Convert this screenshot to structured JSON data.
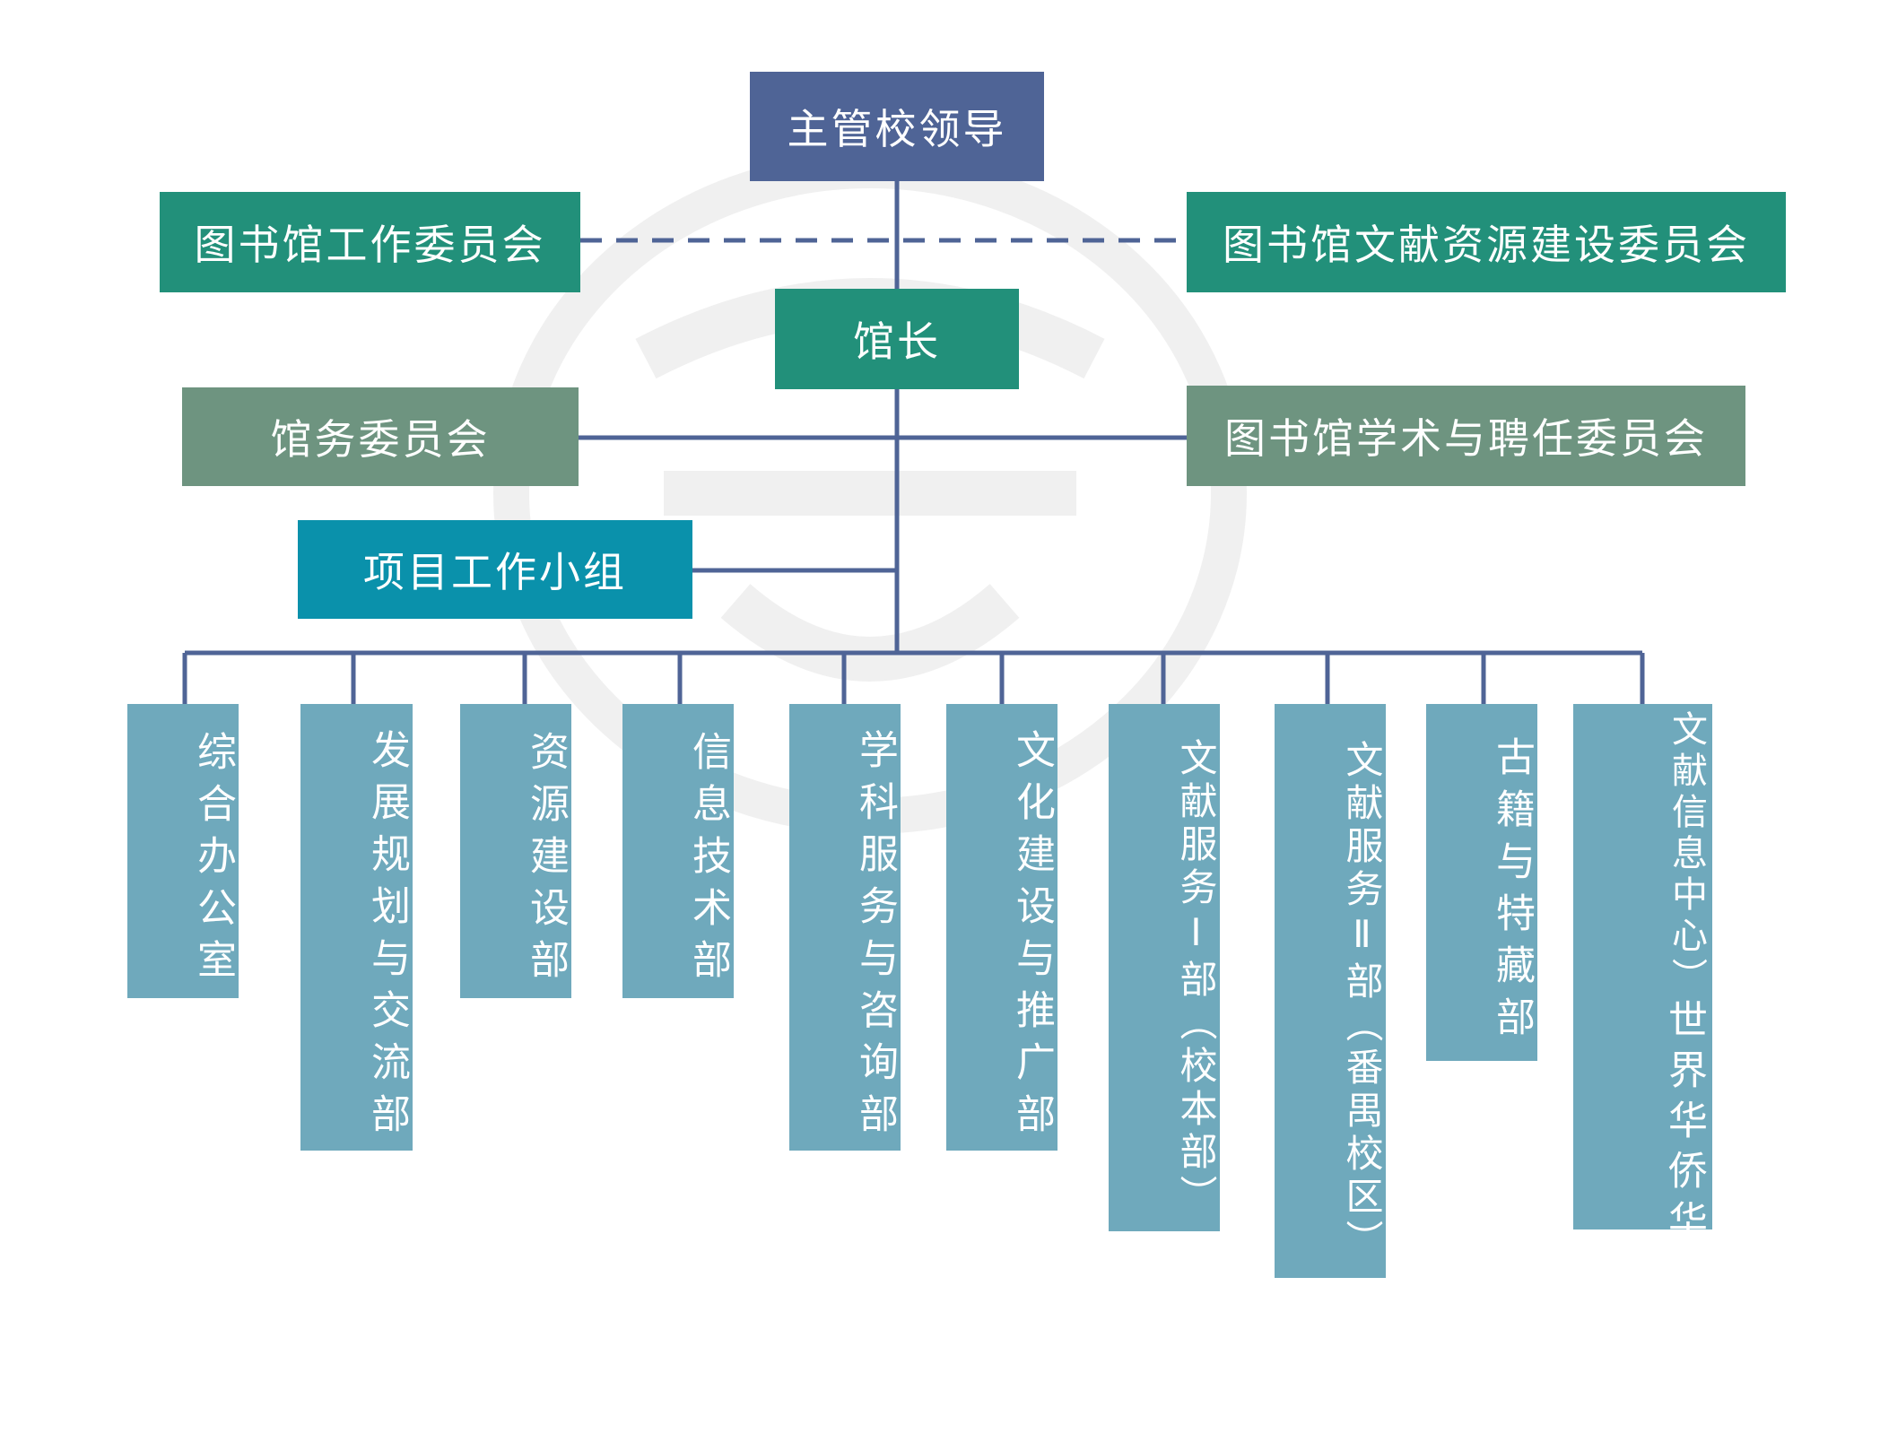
{
  "colors": {
    "leader": "#4F6496",
    "committee_green": "#22907A",
    "committee_sage": "#6E9480",
    "project_blue": "#0A91AB",
    "department": "#6FA9BC",
    "line": "#4F6496"
  },
  "leader": {
    "label": "主管校领导"
  },
  "committees": {
    "work": "图书馆工作委员会",
    "literature": "图书馆文献资源建设委员会",
    "affairs": "馆务委员会",
    "academic": "图书馆学术与聘任委员会"
  },
  "director": {
    "label": "馆长"
  },
  "project_group": {
    "label": "项目工作小组"
  },
  "departments": [
    {
      "label": "综合办公室"
    },
    {
      "label": "发展规划与交流部"
    },
    {
      "label": "资源建设部"
    },
    {
      "label": "信息技术部"
    },
    {
      "label": "学科服务与咨询部"
    },
    {
      "label": "文化建设与推广部"
    },
    {
      "label": "文献服务Ⅰ部（校本部）"
    },
    {
      "label": "文献服务Ⅱ部（番禺校区）"
    },
    {
      "label": "古籍与特藏部"
    },
    {
      "line1": "世界华侨华人文献馆",
      "line2": "（华侨华人文献信息中心）"
    }
  ]
}
